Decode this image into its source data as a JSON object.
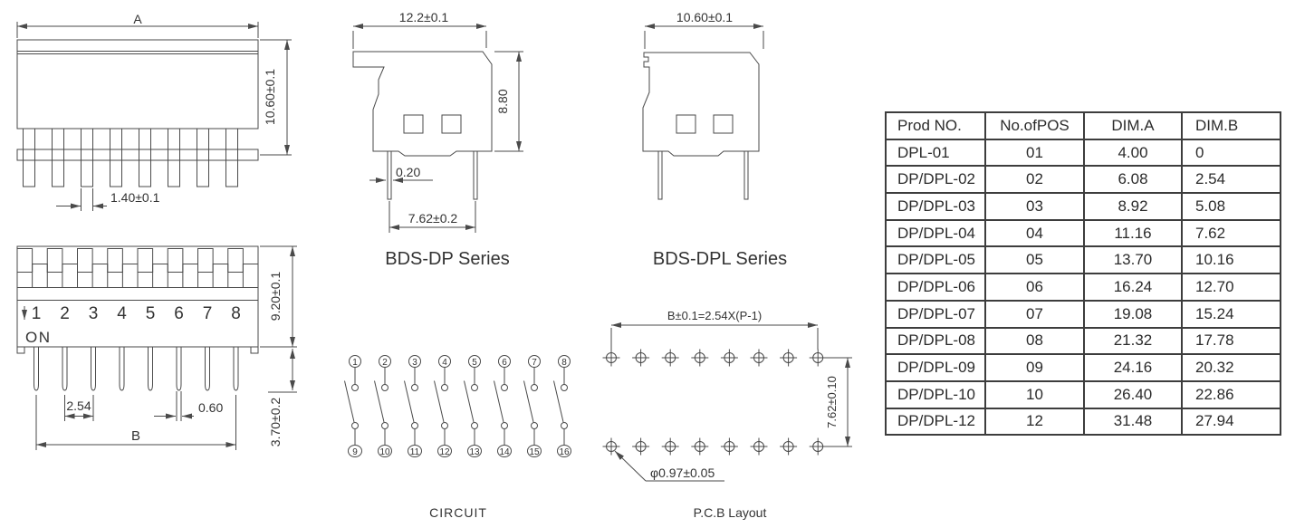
{
  "front_view": {
    "dim_width_label": "A",
    "dim_height": "10.60±0.1",
    "dim_pin_width": "1.40±0.1"
  },
  "plan_view": {
    "switch_numbers": [
      "1",
      "2",
      "3",
      "4",
      "5",
      "6",
      "7",
      "8"
    ],
    "on_label": "ON",
    "dim_pitch": "2.54",
    "dim_pin_width": "0.60",
    "dim_span_label": "B",
    "dim_body_height": "9.20±0.1",
    "dim_pin_length": "3.70±0.2"
  },
  "dp_series": {
    "title": "BDS-DP Series",
    "dim_width": "12.2±0.1",
    "dim_height": "8.80",
    "dim_pin_thickness": "0.20",
    "dim_pin_span": "7.62±0.2"
  },
  "dpl_series": {
    "title": "BDS-DPL Series",
    "dim_width": "10.60±0.1"
  },
  "circuit": {
    "caption": "CIRCUIT",
    "top_terminals": [
      "1",
      "2",
      "3",
      "4",
      "5",
      "6",
      "7",
      "8"
    ],
    "bottom_terminals": [
      "9",
      "10",
      "11",
      "12",
      "13",
      "14",
      "15",
      "16"
    ]
  },
  "pcb": {
    "caption": "P.C.B Layout",
    "dim_span": "B±0.1=2.54X(P-1)",
    "dim_row_pitch": "7.62±0.10",
    "dim_hole": "φ0.97±0.05"
  },
  "table": {
    "headers": [
      "Prod NO.",
      "No.ofPOS",
      "DIM.A",
      "DIM.B"
    ],
    "rows": [
      [
        "DPL-01",
        "01",
        "4.00",
        "0"
      ],
      [
        "DP/DPL-02",
        "02",
        "6.08",
        "2.54"
      ],
      [
        "DP/DPL-03",
        "03",
        "8.92",
        "5.08"
      ],
      [
        "DP/DPL-04",
        "04",
        "11.16",
        "7.62"
      ],
      [
        "DP/DPL-05",
        "05",
        "13.70",
        "10.16"
      ],
      [
        "DP/DPL-06",
        "06",
        "16.24",
        "12.70"
      ],
      [
        "DP/DPL-07",
        "07",
        "19.08",
        "15.24"
      ],
      [
        "DP/DPL-08",
        "08",
        "21.32",
        "17.78"
      ],
      [
        "DP/DPL-09",
        "09",
        "24.16",
        "20.32"
      ],
      [
        "DP/DPL-10",
        "10",
        "26.40",
        "22.86"
      ],
      [
        "DP/DPL-12",
        "12",
        "31.48",
        "27.94"
      ]
    ]
  }
}
